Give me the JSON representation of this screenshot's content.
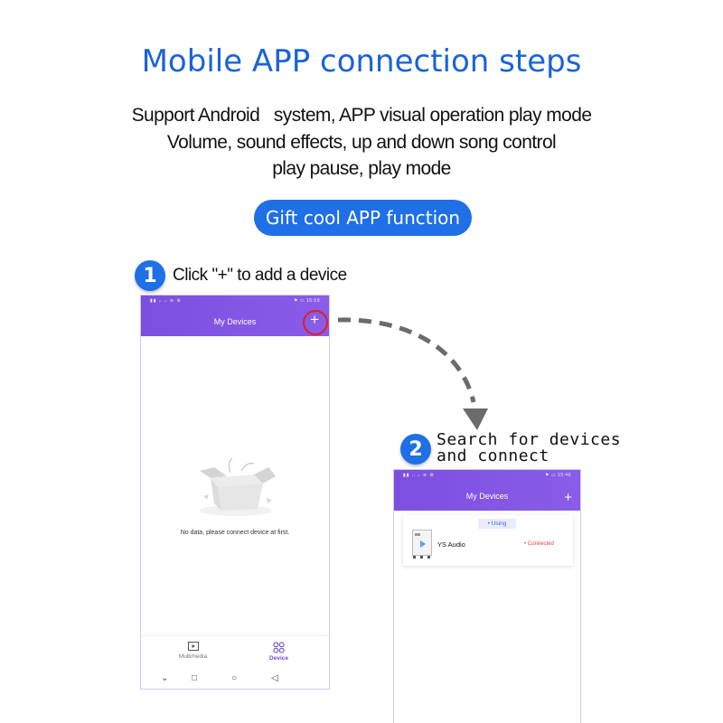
{
  "header": {
    "title": "Mobile APP connection steps",
    "desc_lines": [
      "Support Android   system, APP visual operation play mode",
      "Volume, sound effects, up and down song control",
      "play pause, play mode"
    ],
    "pill": "Gift cool APP function"
  },
  "steps": [
    {
      "num": "1",
      "label": "Click \"+\" to add a device"
    },
    {
      "num": "2",
      "label_lines": [
        "Search for devices",
        "and connect"
      ]
    }
  ],
  "phone1": {
    "status_left": "▮▮ ᵢₗ ᵢₗ ≋ ⚙",
    "status_right": "⚑ ▭ 15:59",
    "title": "My Devices",
    "add": "+",
    "empty_text": "No data, please connect device at first.",
    "tabs": [
      "Multimedia",
      "Device"
    ],
    "nav": [
      "⌄",
      "□",
      "○",
      "◁"
    ]
  },
  "phone2": {
    "status_left": "▮▮ ᵢₗ ᵢₗ ≋ ⚙",
    "status_right": "⚑ ▭ 15:46",
    "title": "My Devices",
    "add": "+",
    "using": "• Using",
    "device_name": "YS Audio",
    "device_status": "• Connected"
  },
  "colors": {
    "accent_blue": "#1f6fe6",
    "title_blue": "#1a63d6",
    "appbar_purple": "#7c4fe0",
    "highlight_red": "#e12020"
  },
  "icons": [
    "plus-icon",
    "empty-box-icon",
    "multimedia-icon",
    "device-grid-icon",
    "dashed-arrow-icon",
    "speaker-thumbnail-icon"
  ]
}
